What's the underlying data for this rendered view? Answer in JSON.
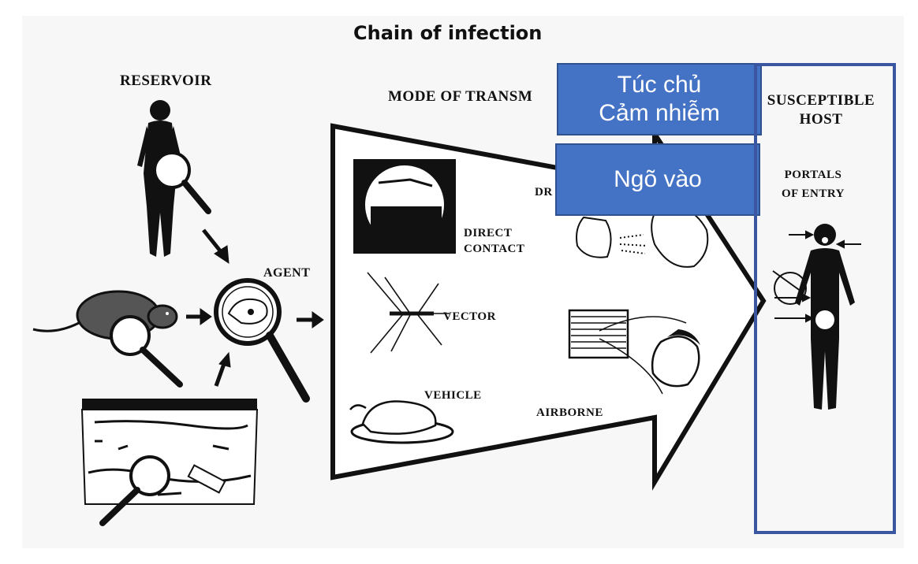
{
  "title": "Chain of infection",
  "labels": {
    "reservoir": "RESERVOIR",
    "agent": "AGENT",
    "mode_of_transmission": "MODE OF TRANSM",
    "direct_contact": [
      "DIRECT",
      "CONTACT"
    ],
    "droplet_partial": "DR",
    "vector": "VECTOR",
    "vehicle": "VEHICLE",
    "airborne": "AIRBORNE",
    "susceptible_host": [
      "SUSCEPTIBLE",
      "HOST"
    ],
    "portals_of_entry": [
      "PORTALS",
      "OF ENTRY"
    ]
  },
  "overlays": {
    "host_box": [
      "Túc chủ",
      "Cảm nhiễm"
    ],
    "entry_box": "Ngõ vào"
  },
  "colors": {
    "overlay_fill": "#4472c4",
    "frame": "#3a56a0",
    "ink": "#111111"
  },
  "icons": [
    "human-figure-icon",
    "rat-icon",
    "swamp-icon",
    "magnifier-icon",
    "mosquito-icon",
    "roast-chicken-icon",
    "air-vent-icon",
    "kissing-couple-icon",
    "face-icon"
  ]
}
